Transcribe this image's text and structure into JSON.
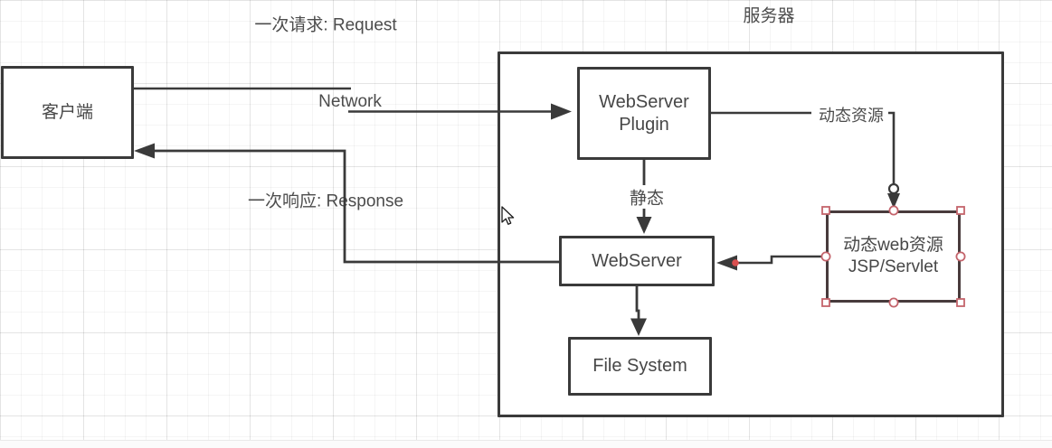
{
  "diagram": {
    "title_request": "一次请求: Request",
    "title_response": "一次响应: Response",
    "server_group_label": "服务器",
    "edge_labels": {
      "network": "Network",
      "static": "静态",
      "dynamic_resource": "动态资源"
    },
    "nodes": {
      "client": {
        "label": "客户端"
      },
      "webserver_plugin": {
        "label_line1": "WebServer",
        "label_line2": "Plugin"
      },
      "webserver": {
        "label": "WebServer"
      },
      "file_system": {
        "label": "File System"
      },
      "dynamic_web": {
        "label_line1": "动态web资源",
        "label_line2": "JSP/Servlet"
      }
    },
    "colors": {
      "stroke": "#3a3a3a",
      "text": "#4c4c4c",
      "selection_handle": "#c4646c",
      "endpoint_dot": "#d94f4f",
      "grid_minor": "#f2f2f2",
      "grid_major": "#e8e8e8",
      "node_fill": "#ffffff"
    }
  }
}
